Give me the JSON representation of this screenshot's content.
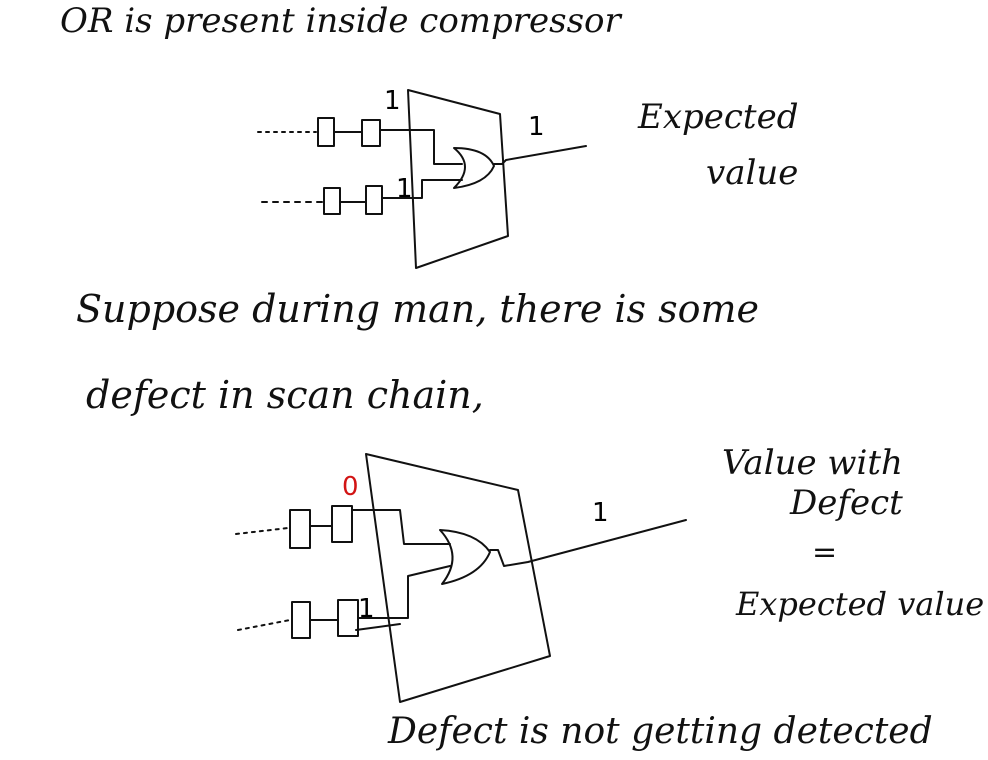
{
  "header_line": "OR is present inside compressor",
  "top_circuit": {
    "input_bit_upper": "1",
    "input_bit_lower": "1",
    "output_bit": "1",
    "label_line1": "Expected",
    "label_line2": "value"
  },
  "scenario_line1": "Suppose during man, there is some",
  "scenario_line2": "defect in scan chain,",
  "bottom_circuit": {
    "input_bit_upper": "0",
    "input_bit_lower": "1",
    "output_bit": "1",
    "label_line1": "Value with",
    "label_line2": "Defect",
    "label_equals": "=",
    "label_line3": "Expected value"
  },
  "conclusion": "Defect is not getting detected",
  "colors": {
    "ink": "#111111",
    "defect_bit": "#d21414"
  }
}
